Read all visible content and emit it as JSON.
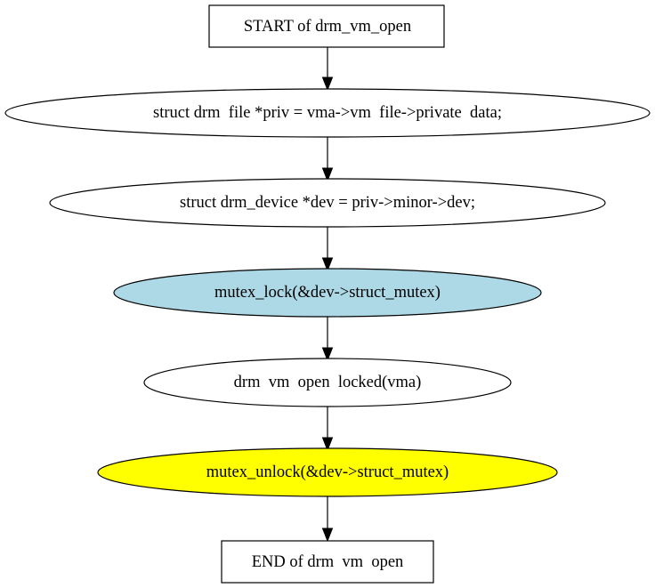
{
  "diagram": {
    "type": "flowchart",
    "nodes": {
      "start": {
        "label": "START of drm_vm_open",
        "shape": "box",
        "fill": "#ffffff"
      },
      "get_priv": {
        "label": "struct drm  file *priv = vma->vm  file->private  data;",
        "shape": "ellipse",
        "fill": "#ffffff"
      },
      "get_dev": {
        "label": "struct drm_device *dev = priv->minor->dev;",
        "shape": "ellipse",
        "fill": "#ffffff"
      },
      "lock": {
        "label": "mutex_lock(&dev->struct_mutex)",
        "shape": "ellipse",
        "fill": "#add8e6"
      },
      "open_locked": {
        "label": "drm  vm  open  locked(vma)",
        "shape": "ellipse",
        "fill": "#ffffff"
      },
      "unlock": {
        "label": "mutex_unlock(&dev->struct_mutex)",
        "shape": "ellipse",
        "fill": "#ffff00"
      },
      "end": {
        "label": "END of drm  vm  open",
        "shape": "box",
        "fill": "#ffffff"
      }
    },
    "edges": [
      [
        "start",
        "get_priv"
      ],
      [
        "get_priv",
        "get_dev"
      ],
      [
        "get_dev",
        "lock"
      ],
      [
        "lock",
        "open_locked"
      ],
      [
        "open_locked",
        "unlock"
      ],
      [
        "unlock",
        "end"
      ]
    ]
  }
}
